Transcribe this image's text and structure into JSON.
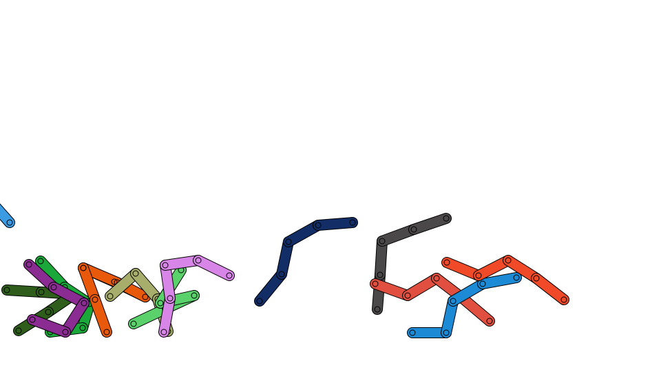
{
  "scene": {
    "background": "#ffffff",
    "chains": [
      {
        "name": "chain-sky-blue-partial",
        "color": "#3b9be3"
      },
      {
        "name": "chain-dark-green",
        "color": "#2f5e1c"
      },
      {
        "name": "chain-green",
        "color": "#1aa83a"
      },
      {
        "name": "chain-purple",
        "color": "#8b2c93"
      },
      {
        "name": "chain-orange",
        "color": "#e8590c"
      },
      {
        "name": "chain-olive",
        "color": "#a7ad6a"
      },
      {
        "name": "chain-light-green",
        "color": "#5ad16a"
      },
      {
        "name": "chain-pink",
        "color": "#d785e6"
      },
      {
        "name": "chain-navy",
        "color": "#132d66"
      },
      {
        "name": "chain-charcoal",
        "color": "#4a4848"
      },
      {
        "name": "chain-red",
        "color": "#e04f3f"
      },
      {
        "name": "chain-blue",
        "color": "#1d8ad6"
      },
      {
        "name": "chain-orange-red",
        "color": "#f04a28"
      }
    ]
  }
}
